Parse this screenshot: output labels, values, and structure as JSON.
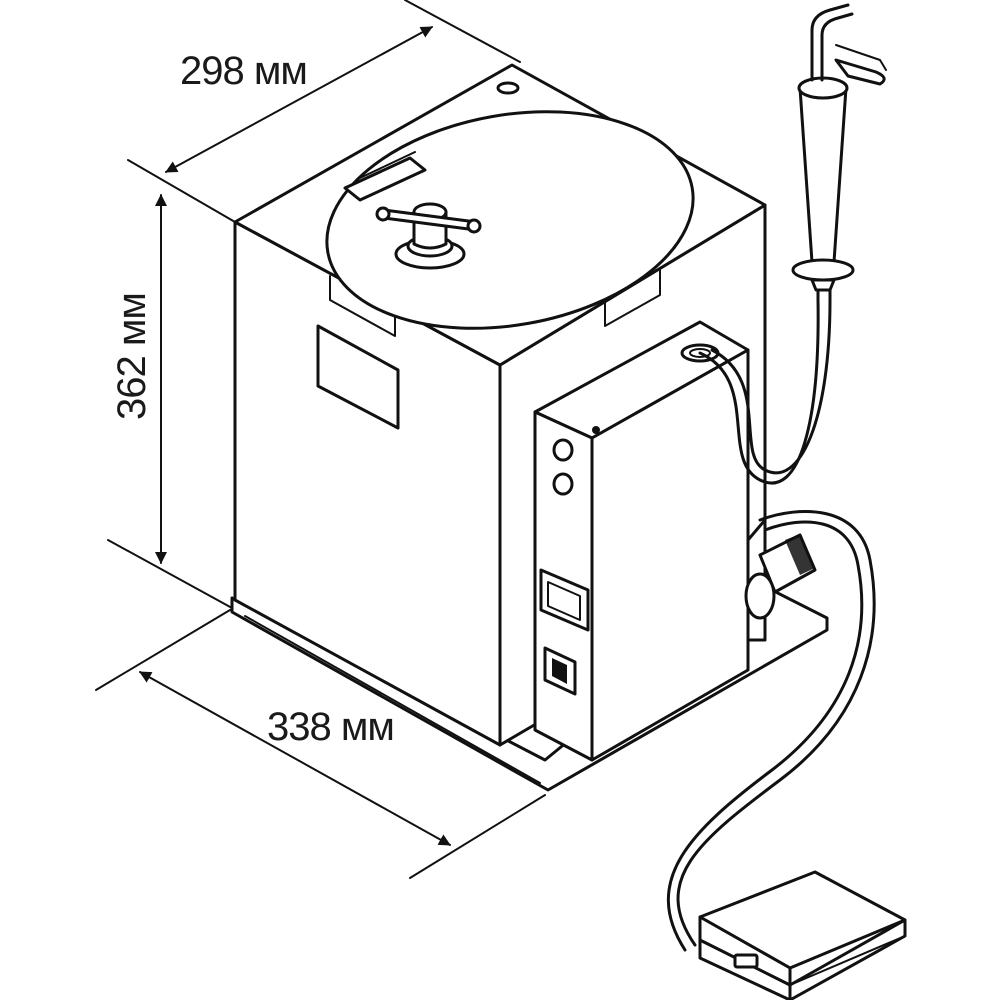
{
  "dimensions": {
    "depth": "298 мм",
    "height": "362 мм",
    "width": "338 мм"
  },
  "colors": {
    "line": "#111111",
    "background": "#ffffff"
  },
  "parts": [
    "autoclave-body",
    "lid-with-valve",
    "control-box",
    "pressure-pump",
    "hose",
    "foot-pedal"
  ]
}
